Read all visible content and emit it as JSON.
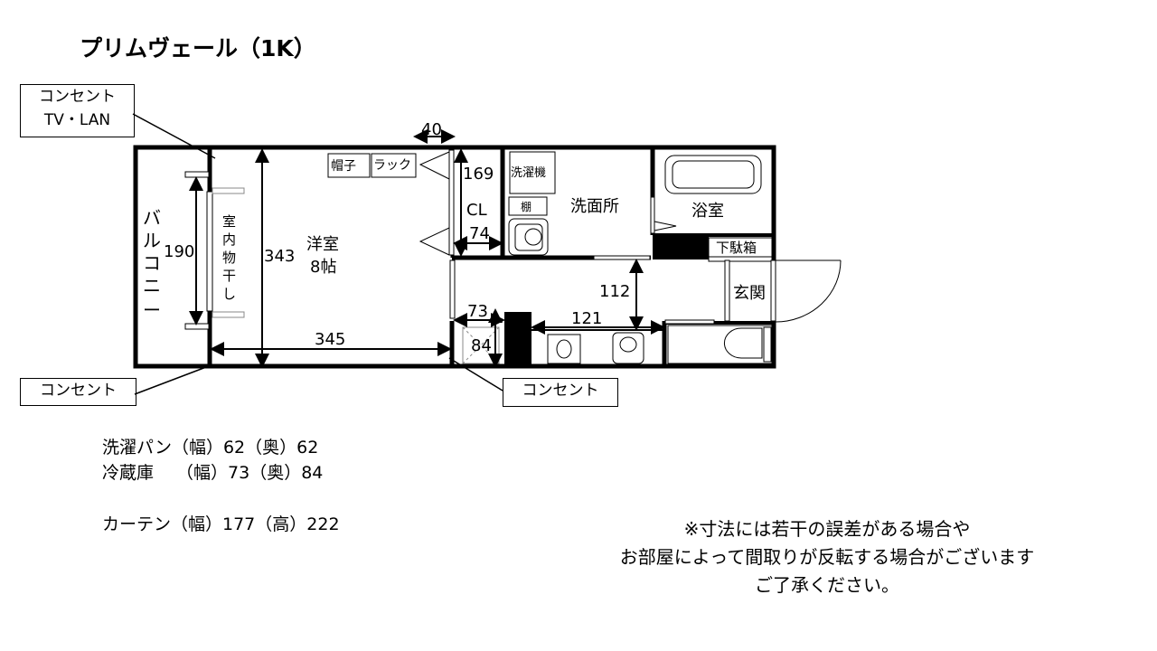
{
  "title": "プリムヴェール（1K）",
  "callouts": {
    "outlet_tv_lan_line1": "コンセント",
    "outlet_tv_lan_line2": "TV・LAN",
    "outlet_left": "コンセント",
    "outlet_right": "コンセント"
  },
  "rooms": {
    "balcony": [
      "バ",
      "ル",
      "コ",
      "ニ",
      "ー"
    ],
    "indoor_drying": [
      "室",
      "内",
      "物",
      "干",
      "し"
    ],
    "western_room": "洋室",
    "western_room_size": "8帖",
    "closet": "CL",
    "washroom": "洗面所",
    "bathroom": "浴室",
    "shoe_box": "下駄箱",
    "entrance": "玄関",
    "washing_machine": "洗濯機",
    "shelf": "棚",
    "hat": "帽子",
    "rack": "ラック"
  },
  "dimensions": {
    "balcony_window": "190",
    "room_depth": "343",
    "room_width": "345",
    "rack_depth": "40",
    "closet_height": "169",
    "closet_width": "74",
    "hall_width": "112",
    "kitchen_length": "121",
    "fridge_width": "73",
    "fridge_depth": "84"
  },
  "specs": [
    "洗濯パン（幅）62（奥）62",
    "冷蔵庫　 （幅）73（奥）84",
    "カーテン（幅）177（高）222"
  ],
  "note": [
    "※寸法には若干の誤差がある場合や",
    "お部屋によって間取りが反転する場合がございます",
    "ご了承ください。"
  ]
}
